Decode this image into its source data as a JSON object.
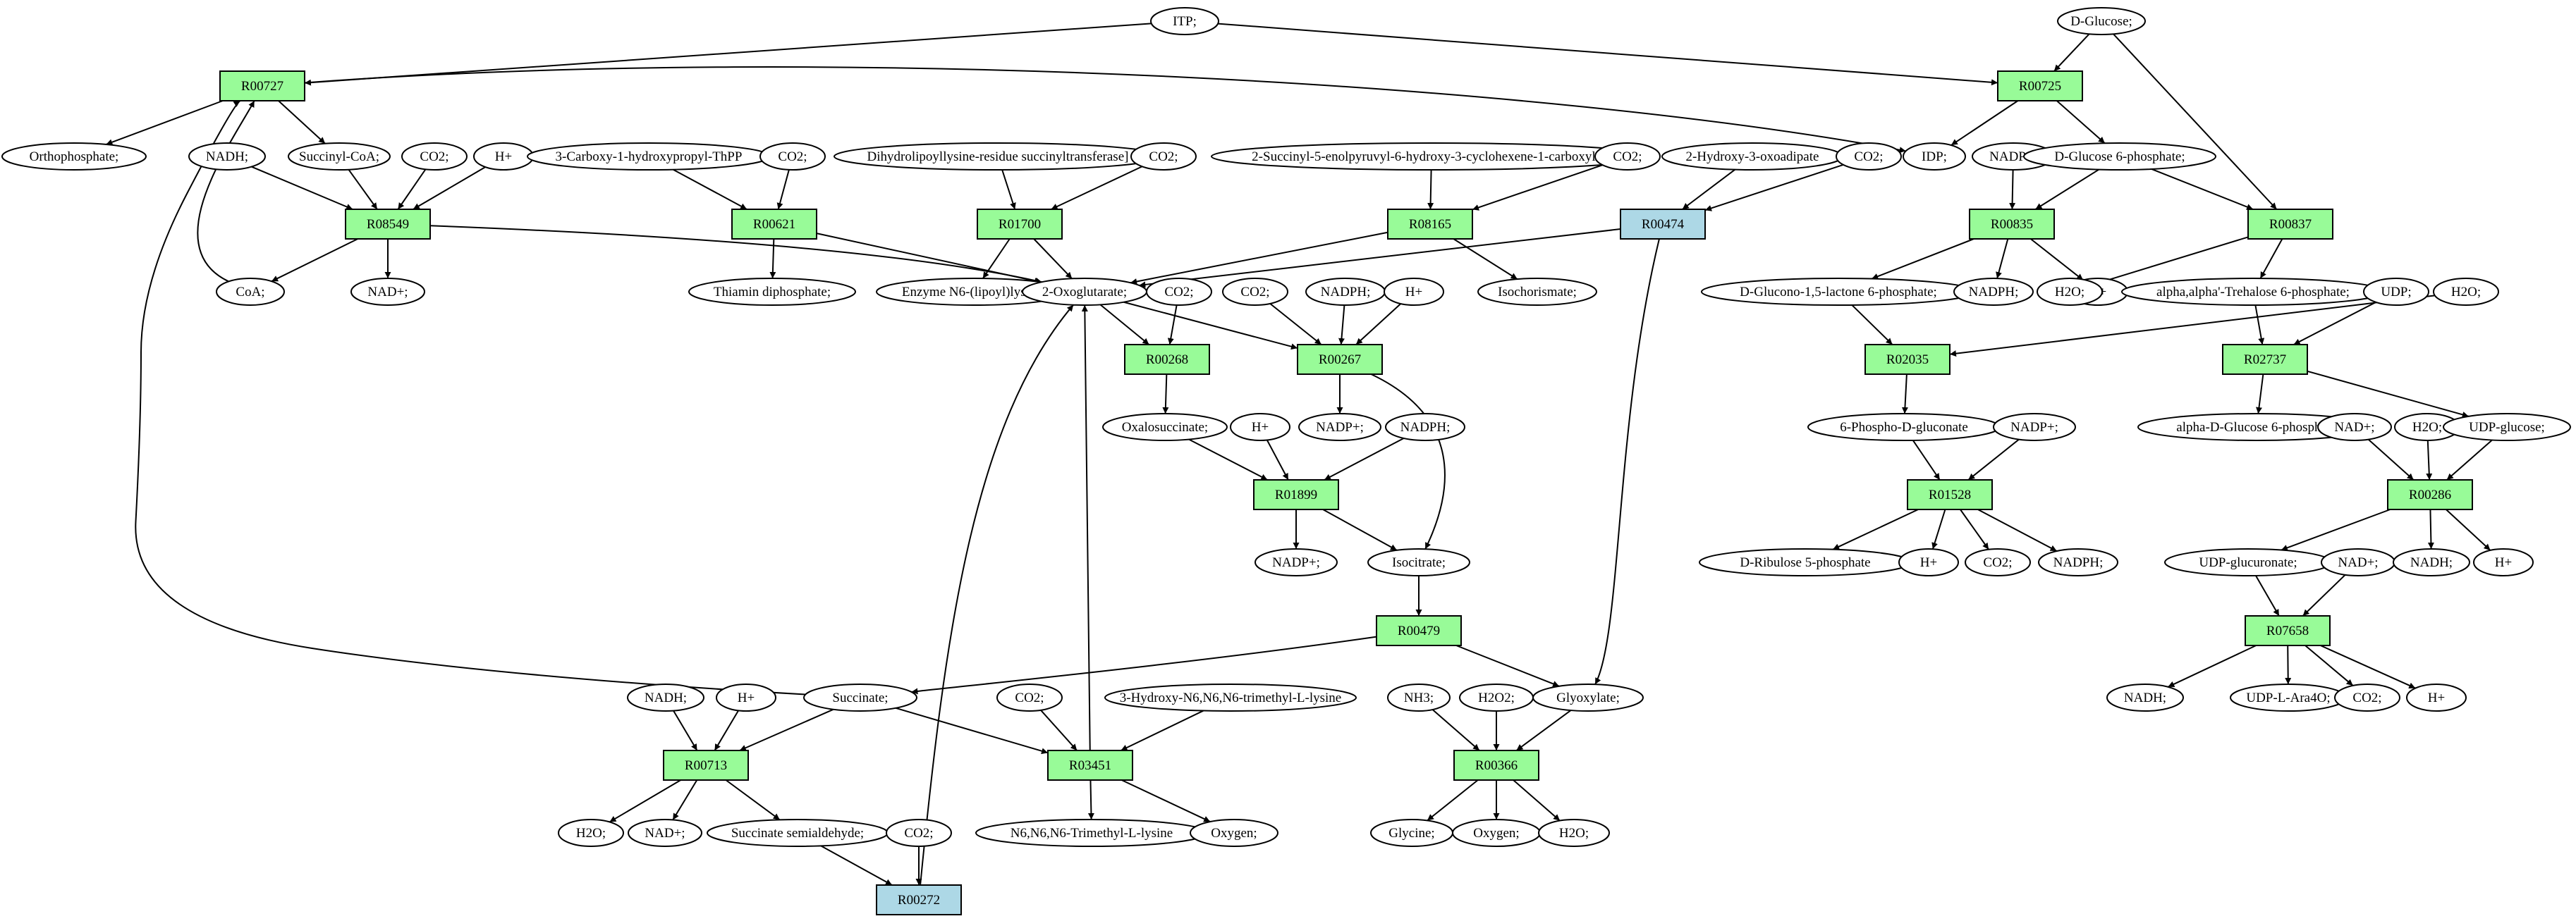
{
  "colors": {
    "reaction_default": "#98fb98",
    "reaction_alt": "#add8e6",
    "source_metabolite": "#00ff00",
    "target_metabolite": "#ffff00",
    "metabolite_default": "#ffffff",
    "edge": "#000000"
  },
  "reactions": [
    {
      "id": "R00727",
      "label": "R00727",
      "color": "reaction_default"
    },
    {
      "id": "R00725",
      "label": "R00725",
      "color": "reaction_default"
    },
    {
      "id": "R08549",
      "label": "R08549",
      "color": "reaction_default"
    },
    {
      "id": "R00621",
      "label": "R00621",
      "color": "reaction_default"
    },
    {
      "id": "R01700",
      "label": "R01700",
      "color": "reaction_default"
    },
    {
      "id": "R08165",
      "label": "R08165",
      "color": "reaction_default"
    },
    {
      "id": "R00474",
      "label": "R00474",
      "color": "reaction_alt"
    },
    {
      "id": "R00835",
      "label": "R00835",
      "color": "reaction_default"
    },
    {
      "id": "R00837",
      "label": "R00837",
      "color": "reaction_default"
    },
    {
      "id": "R00268",
      "label": "R00268",
      "color": "reaction_default"
    },
    {
      "id": "R00267",
      "label": "R00267",
      "color": "reaction_default"
    },
    {
      "id": "R02035",
      "label": "R02035",
      "color": "reaction_default"
    },
    {
      "id": "R02737",
      "label": "R02737",
      "color": "reaction_default"
    },
    {
      "id": "R01899",
      "label": "R01899",
      "color": "reaction_default"
    },
    {
      "id": "R01528",
      "label": "R01528",
      "color": "reaction_default"
    },
    {
      "id": "R00286",
      "label": "R00286",
      "color": "reaction_default"
    },
    {
      "id": "R00479",
      "label": "R00479",
      "color": "reaction_default"
    },
    {
      "id": "R07658",
      "label": "R07658",
      "color": "reaction_default"
    },
    {
      "id": "R00713",
      "label": "R00713",
      "color": "reaction_default"
    },
    {
      "id": "R03451",
      "label": "R03451",
      "color": "reaction_default"
    },
    {
      "id": "R00366",
      "label": "R00366",
      "color": "reaction_default"
    },
    {
      "id": "R00272",
      "label": "R00272",
      "color": "reaction_alt"
    }
  ],
  "metabolites": [
    {
      "id": "m_itp",
      "label": "ITP;",
      "color": "metabolite_default"
    },
    {
      "id": "m_dglucose",
      "label": "D-Glucose;",
      "color": "source_metabolite"
    },
    {
      "id": "m_orthophosphate",
      "label": "Orthophosphate;",
      "color": "metabolite_default"
    },
    {
      "id": "m_nadh1",
      "label": "NADH;",
      "color": "metabolite_default"
    },
    {
      "id": "m_succoa",
      "label": "Succinyl-CoA;",
      "color": "metabolite_default"
    },
    {
      "id": "m_co2_1",
      "label": "CO2;",
      "color": "metabolite_default"
    },
    {
      "id": "m_hplus1",
      "label": "H+",
      "color": "metabolite_default"
    },
    {
      "id": "m_carboxythpp",
      "label": "3-Carboxy-1-hydroxypropyl-ThPP",
      "color": "metabolite_default"
    },
    {
      "id": "m_co2_2",
      "label": "CO2;",
      "color": "metabolite_default"
    },
    {
      "id": "m_dihydrolipoyl",
      "label": "Dihydrolipoyllysine-residue succinyltransferase]",
      "color": "metabolite_default"
    },
    {
      "id": "m_co2_3",
      "label": "CO2;",
      "color": "metabolite_default"
    },
    {
      "id": "m_sephchc",
      "label": "2-Succinyl-5-enolpyruvyl-6-hydroxy-3-cyclohexene-1-carboxylate",
      "color": "metabolite_default"
    },
    {
      "id": "m_co2_4",
      "label": "CO2;",
      "color": "metabolite_default"
    },
    {
      "id": "m_hydroxyoxoadipate",
      "label": "2-Hydroxy-3-oxoadipate",
      "color": "metabolite_default"
    },
    {
      "id": "m_co2_5",
      "label": "CO2;",
      "color": "metabolite_default"
    },
    {
      "id": "m_idp",
      "label": "IDP;",
      "color": "metabolite_default"
    },
    {
      "id": "m_nadp1",
      "label": "NADP+;",
      "color": "metabolite_default"
    },
    {
      "id": "m_g6p",
      "label": "D-Glucose 6-phosphate;",
      "color": "metabolite_default"
    },
    {
      "id": "m_coa",
      "label": "CoA;",
      "color": "metabolite_default"
    },
    {
      "id": "m_nad1",
      "label": "NAD+;",
      "color": "metabolite_default"
    },
    {
      "id": "m_thpp",
      "label": "Thiamin diphosphate;",
      "color": "metabolite_default"
    },
    {
      "id": "m_lipoyl",
      "label": "Enzyme N6-(lipoyl)lysine;",
      "color": "metabolite_default"
    },
    {
      "id": "m_akg",
      "label": "2-Oxoglutarate;",
      "color": "metabolite_default"
    },
    {
      "id": "m_co2_6",
      "label": "CO2;",
      "color": "metabolite_default"
    },
    {
      "id": "m_co2_7",
      "label": "CO2;",
      "color": "metabolite_default"
    },
    {
      "id": "m_nadph1",
      "label": "NADPH;",
      "color": "metabolite_default"
    },
    {
      "id": "m_hplus2",
      "label": "H+",
      "color": "metabolite_default"
    },
    {
      "id": "m_isochorismate",
      "label": "Isochorismate;",
      "color": "metabolite_default"
    },
    {
      "id": "m_gluconolactone",
      "label": "D-Glucono-1,5-lactone 6-phosphate;",
      "color": "metabolite_default"
    },
    {
      "id": "m_nadph2",
      "label": "NADPH;",
      "color": "metabolite_default"
    },
    {
      "id": "m_hplus3",
      "label": "H+",
      "color": "metabolite_default"
    },
    {
      "id": "m_h2o_1",
      "label": "H2O;",
      "color": "metabolite_default"
    },
    {
      "id": "m_trehalose6p",
      "label": "alpha,alpha'-Trehalose 6-phosphate;",
      "color": "metabolite_default"
    },
    {
      "id": "m_udp",
      "label": "UDP;",
      "color": "metabolite_default"
    },
    {
      "id": "m_h2o_2",
      "label": "H2O;",
      "color": "metabolite_default"
    },
    {
      "id": "m_oxalosuccinate",
      "label": "Oxalosuccinate;",
      "color": "metabolite_default"
    },
    {
      "id": "m_nadp2",
      "label": "NADP+;",
      "color": "metabolite_default"
    },
    {
      "id": "m_hplus4",
      "label": "H+",
      "color": "metabolite_default"
    },
    {
      "id": "m_nadph3",
      "label": "NADPH;",
      "color": "metabolite_default"
    },
    {
      "id": "m_6pgluconate",
      "label": "6-Phospho-D-gluconate",
      "color": "metabolite_default"
    },
    {
      "id": "m_nadp3",
      "label": "NADP+;",
      "color": "metabolite_default"
    },
    {
      "id": "m_ag6p",
      "label": "alpha-D-Glucose 6-phosphate",
      "color": "metabolite_default"
    },
    {
      "id": "m_nad2",
      "label": "NAD+;",
      "color": "metabolite_default"
    },
    {
      "id": "m_h2o_3",
      "label": "H2O;",
      "color": "metabolite_default"
    },
    {
      "id": "m_udpglucose",
      "label": "UDP-glucose;",
      "color": "metabolite_default"
    },
    {
      "id": "m_nadp4",
      "label": "NADP+;",
      "color": "metabolite_default"
    },
    {
      "id": "m_isocitrate",
      "label": "Isocitrate;",
      "color": "metabolite_default"
    },
    {
      "id": "m_ribulose5p",
      "label": "D-Ribulose 5-phosphate",
      "color": "metabolite_default"
    },
    {
      "id": "m_hplus5",
      "label": "H+",
      "color": "metabolite_default"
    },
    {
      "id": "m_co2_8",
      "label": "CO2;",
      "color": "metabolite_default"
    },
    {
      "id": "m_nadph4",
      "label": "NADPH;",
      "color": "metabolite_default"
    },
    {
      "id": "m_udpglucuronate",
      "label": "UDP-glucuronate;",
      "color": "metabolite_default"
    },
    {
      "id": "m_nad3",
      "label": "NAD+;",
      "color": "metabolite_default"
    },
    {
      "id": "m_nadh2",
      "label": "NADH;",
      "color": "metabolite_default"
    },
    {
      "id": "m_hplus6",
      "label": "H+",
      "color": "metabolite_default"
    },
    {
      "id": "m_nadh3",
      "label": "NADH;",
      "color": "metabolite_default"
    },
    {
      "id": "m_udpara4o",
      "label": "UDP-L-Ara4O;",
      "color": "metabolite_default"
    },
    {
      "id": "m_co2_9",
      "label": "CO2;",
      "color": "metabolite_default"
    },
    {
      "id": "m_hplus7",
      "label": "H+",
      "color": "metabolite_default"
    },
    {
      "id": "m_nadh4",
      "label": "NADH;",
      "color": "metabolite_default"
    },
    {
      "id": "m_hplus8",
      "label": "H+",
      "color": "metabolite_default"
    },
    {
      "id": "m_succinate",
      "label": "Succinate;",
      "color": "metabolite_default"
    },
    {
      "id": "m_co2_10",
      "label": "CO2;",
      "color": "metabolite_default"
    },
    {
      "id": "m_hydroxytml",
      "label": "3-Hydroxy-N6,N6,N6-trimethyl-L-lysine",
      "color": "metabolite_default"
    },
    {
      "id": "m_nh3",
      "label": "NH3;",
      "color": "metabolite_default"
    },
    {
      "id": "m_h2o2",
      "label": "H2O2;",
      "color": "metabolite_default"
    },
    {
      "id": "m_glyoxylate",
      "label": "Glyoxylate;",
      "color": "metabolite_default"
    },
    {
      "id": "m_h2o_4",
      "label": "H2O;",
      "color": "metabolite_default"
    },
    {
      "id": "m_nad4",
      "label": "NAD+;",
      "color": "metabolite_default"
    },
    {
      "id": "m_succsemialdehyde",
      "label": "Succinate semialdehyde;",
      "color": "metabolite_default"
    },
    {
      "id": "m_co2_11",
      "label": "CO2;",
      "color": "metabolite_default"
    },
    {
      "id": "m_tml",
      "label": "N6,N6,N6-Trimethyl-L-lysine",
      "color": "metabolite_default"
    },
    {
      "id": "m_oxygen1",
      "label": "Oxygen;",
      "color": "metabolite_default"
    },
    {
      "id": "m_glycine",
      "label": "Glycine;",
      "color": "target_metabolite"
    },
    {
      "id": "m_oxygen2",
      "label": "Oxygen;",
      "color": "metabolite_default"
    },
    {
      "id": "m_h2o_5",
      "label": "H2O;",
      "color": "metabolite_default"
    }
  ],
  "edges": [
    [
      "m_itp",
      "R00727"
    ],
    [
      "m_itp",
      "R00725"
    ],
    [
      "m_dglucose",
      "R00725"
    ],
    [
      "m_dglucose",
      "R00837"
    ],
    [
      "R00727",
      "m_orthophosphate"
    ],
    [
      "R00727",
      "m_succoa"
    ],
    [
      "R00727",
      "m_idp"
    ],
    [
      "R00725",
      "m_idp"
    ],
    [
      "R00725",
      "m_g6p"
    ],
    [
      "m_nadh1",
      "R08549"
    ],
    [
      "m_succoa",
      "R08549"
    ],
    [
      "m_co2_1",
      "R08549"
    ],
    [
      "m_hplus1",
      "R08549"
    ],
    [
      "R08549",
      "m_coa"
    ],
    [
      "R08549",
      "m_nad1"
    ],
    [
      "R08549",
      "m_akg"
    ],
    [
      "m_coa",
      "R00727"
    ],
    [
      "m_carboxythpp",
      "R00621"
    ],
    [
      "m_co2_2",
      "R00621"
    ],
    [
      "R00621",
      "m_thpp"
    ],
    [
      "R00621",
      "m_akg"
    ],
    [
      "m_dihydrolipoyl",
      "R01700"
    ],
    [
      "m_co2_3",
      "R01700"
    ],
    [
      "R01700",
      "m_lipoyl"
    ],
    [
      "R01700",
      "m_akg"
    ],
    [
      "m_sephchc",
      "R08165"
    ],
    [
      "m_co2_4",
      "R08165"
    ],
    [
      "R08165",
      "m_isochorismate"
    ],
    [
      "R08165",
      "m_akg"
    ],
    [
      "m_hydroxyoxoadipate",
      "R00474"
    ],
    [
      "m_co2_5",
      "R00474"
    ],
    [
      "R00474",
      "m_akg"
    ],
    [
      "R00474",
      "m_glyoxylate"
    ],
    [
      "m_nadp1",
      "R00835"
    ],
    [
      "m_g6p",
      "R00835"
    ],
    [
      "m_g6p",
      "R00837"
    ],
    [
      "R00835",
      "m_gluconolactone"
    ],
    [
      "R00835",
      "m_nadph2"
    ],
    [
      "R00835",
      "m_hplus3"
    ],
    [
      "R00837",
      "m_trehalose6p"
    ],
    [
      "R00837",
      "m_h2o_1"
    ],
    [
      "m_akg",
      "R00268"
    ],
    [
      "m_co2_6",
      "R00268"
    ],
    [
      "R00268",
      "m_oxalosuccinate"
    ],
    [
      "m_akg",
      "R00267"
    ],
    [
      "m_co2_7",
      "R00267"
    ],
    [
      "m_nadph1",
      "R00267"
    ],
    [
      "m_hplus2",
      "R00267"
    ],
    [
      "R00267",
      "m_nadp2"
    ],
    [
      "R00267",
      "m_isocitrate"
    ],
    [
      "m_gluconolactone",
      "R02035"
    ],
    [
      "m_h2o_2",
      "R02035"
    ],
    [
      "R02035",
      "m_6pgluconate"
    ],
    [
      "m_trehalose6p",
      "R02737"
    ],
    [
      "m_udp",
      "R02737"
    ],
    [
      "R02737",
      "m_ag6p"
    ],
    [
      "R02737",
      "m_udpglucose"
    ],
    [
      "m_oxalosuccinate",
      "R01899"
    ],
    [
      "m_hplus4",
      "R01899"
    ],
    [
      "m_nadph3",
      "R01899"
    ],
    [
      "R01899",
      "m_nadp4"
    ],
    [
      "R01899",
      "m_isocitrate"
    ],
    [
      "m_6pgluconate",
      "R01528"
    ],
    [
      "m_nadp3",
      "R01528"
    ],
    [
      "R01528",
      "m_ribulose5p"
    ],
    [
      "R01528",
      "m_hplus5"
    ],
    [
      "R01528",
      "m_co2_8"
    ],
    [
      "R01528",
      "m_nadph4"
    ],
    [
      "m_nad2",
      "R00286"
    ],
    [
      "m_h2o_3",
      "R00286"
    ],
    [
      "m_udpglucose",
      "R00286"
    ],
    [
      "R00286",
      "m_udpglucuronate"
    ],
    [
      "R00286",
      "m_nadh2"
    ],
    [
      "R00286",
      "m_hplus6"
    ],
    [
      "m_isocitrate",
      "R00479"
    ],
    [
      "R00479",
      "m_succinate"
    ],
    [
      "R00479",
      "m_glyoxylate"
    ],
    [
      "m_udpglucuronate",
      "R07658"
    ],
    [
      "m_nad3",
      "R07658"
    ],
    [
      "R07658",
      "m_nadh3"
    ],
    [
      "R07658",
      "m_udpara4o"
    ],
    [
      "R07658",
      "m_co2_9"
    ],
    [
      "R07658",
      "m_hplus7"
    ],
    [
      "m_succinate",
      "R00727"
    ],
    [
      "m_nadh4",
      "R00713"
    ],
    [
      "m_hplus8",
      "R00713"
    ],
    [
      "m_succinate",
      "R00713"
    ],
    [
      "R00713",
      "m_h2o_4"
    ],
    [
      "R00713",
      "m_nad4"
    ],
    [
      "R00713",
      "m_succsemialdehyde"
    ],
    [
      "m_succinate",
      "R03451"
    ],
    [
      "m_co2_10",
      "R03451"
    ],
    [
      "m_hydroxytml",
      "R03451"
    ],
    [
      "R03451",
      "m_akg"
    ],
    [
      "R03451",
      "m_tml"
    ],
    [
      "R03451",
      "m_oxygen1"
    ],
    [
      "m_nh3",
      "R00366"
    ],
    [
      "m_h2o2",
      "R00366"
    ],
    [
      "m_glyoxylate",
      "R00366"
    ],
    [
      "R00366",
      "m_glycine"
    ],
    [
      "R00366",
      "m_oxygen2"
    ],
    [
      "R00366",
      "m_h2o_5"
    ],
    [
      "m_succsemialdehyde",
      "R00272"
    ],
    [
      "m_co2_11",
      "R00272"
    ],
    [
      "R00272",
      "m_akg"
    ]
  ]
}
